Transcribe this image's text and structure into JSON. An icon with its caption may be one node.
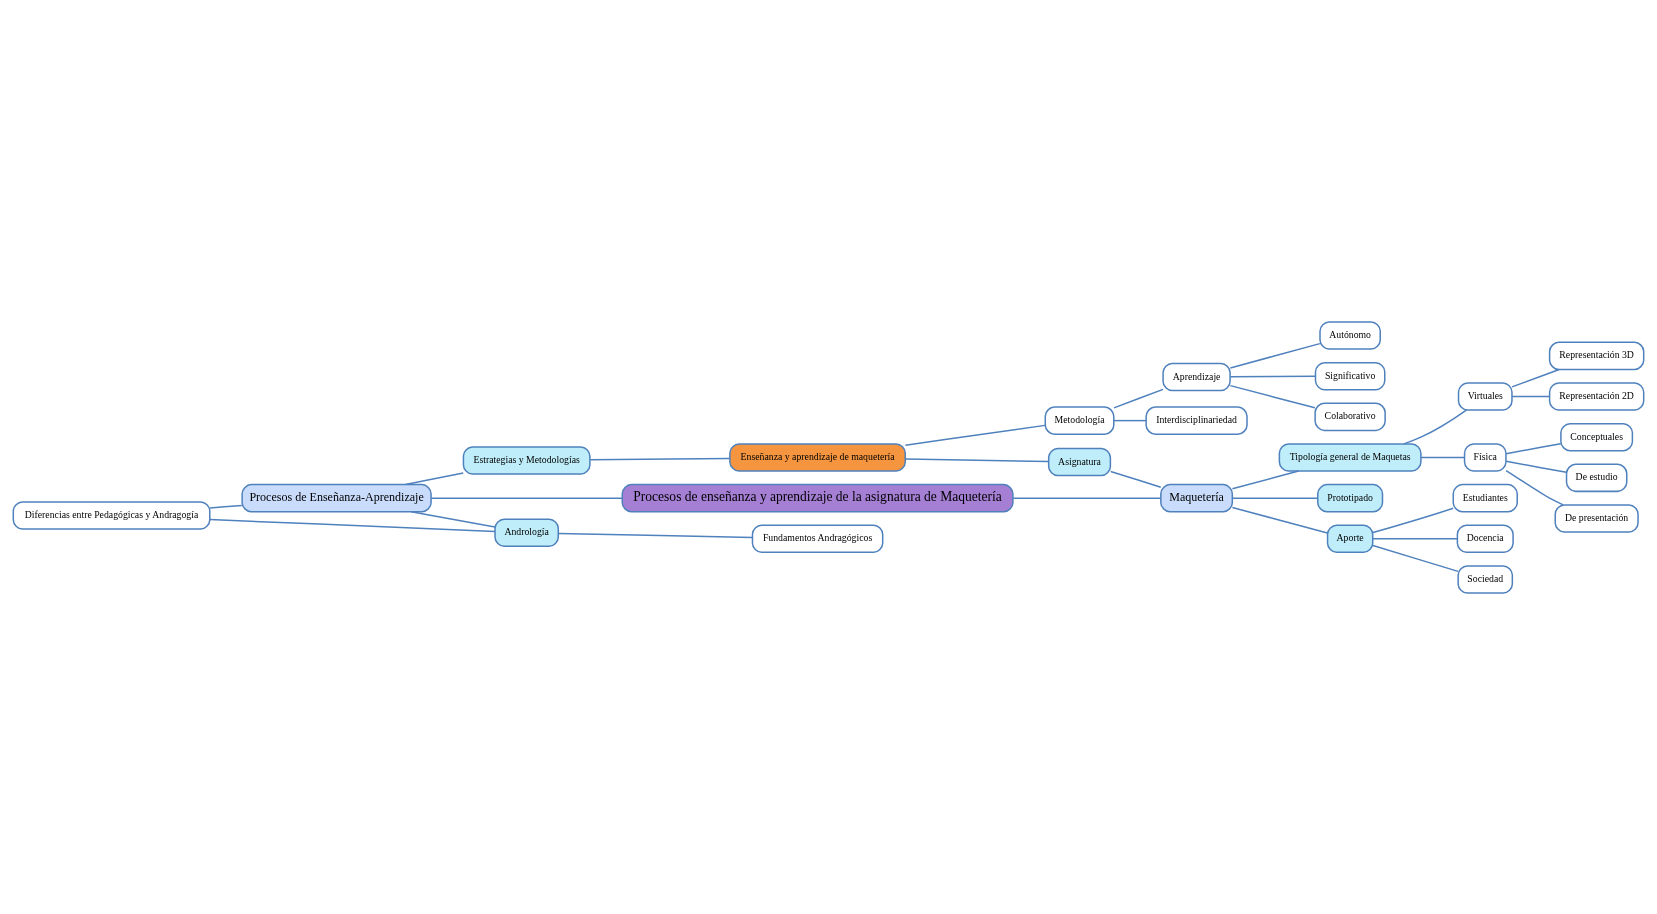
{
  "diagram": {
    "nodes": [
      {
        "text": [
          "Procesos de enseñanza y aprendizaje de la asignatura de Maquetería"
        ]
      },
      {
        "text": [
          "Procesos de Enseñanza-Aprendizaje"
        ]
      },
      {
        "text": [
          "Andrología"
        ]
      },
      {
        "text": [
          "Fundamentos Andragógicos"
        ]
      },
      {
        "text": [
          "Diferencias entre Pedagógicas y Andragogía"
        ]
      },
      {
        "text": [
          "Estrategias y Metodologías"
        ]
      },
      {
        "text": [
          "Enseñanza y aprendizaje de maquetería"
        ]
      },
      {
        "text": [
          "Metodología"
        ]
      },
      {
        "text": [
          "Interdisciplinariedad"
        ]
      },
      {
        "text": [
          "Aprendizaje"
        ]
      },
      {
        "text": [
          "Autónomo"
        ]
      },
      {
        "text": [
          "Significativo"
        ]
      },
      {
        "text": [
          "Colaborativo"
        ]
      },
      {
        "text": [
          "Maquetería"
        ]
      },
      {
        "text": [
          "Asignatura"
        ]
      },
      {
        "text": [
          "Tipología general de Maquetas"
        ]
      },
      {
        "text": [
          "Física"
        ]
      },
      {
        "text": [
          "Conceptuales"
        ]
      },
      {
        "text": [
          "De estudio"
        ]
      },
      {
        "text": [
          "De presentación"
        ]
      },
      {
        "text": [
          "Virtuales"
        ]
      },
      {
        "text": [
          "Representación 2D"
        ]
      },
      {
        "text": [
          "Representación 3D"
        ]
      },
      {
        "text": [
          "Prototipado"
        ]
      },
      {
        "text": [
          "Aporte"
        ]
      },
      {
        "text": [
          "Sociedad"
        ]
      },
      {
        "text": [
          "Estudiantes"
        ]
      },
      {
        "text": [
          "Docencia"
        ]
      }
    ],
    "edges": [
      {
        "from": 1,
        "to": 0,
        "arrow": "none"
      },
      {
        "from": 1,
        "to": 2,
        "arrow": "none"
      },
      {
        "from": 2,
        "to": 3,
        "arrow": "none"
      },
      {
        "from": 4,
        "to": 2,
        "arrow": "none"
      },
      {
        "from": 4,
        "to": 1,
        "arrow": "none"
      },
      {
        "from": 1,
        "to": 5,
        "arrow": "none"
      },
      {
        "from": 5,
        "to": 6,
        "arrow": "none"
      },
      {
        "from": 6,
        "to": 14,
        "arrow": "none"
      },
      {
        "from": 14,
        "to": 13,
        "arrow": "none"
      },
      {
        "from": 0,
        "to": 13,
        "arrow": "none"
      },
      {
        "from": 13,
        "to": 15,
        "arrow": "none"
      },
      {
        "from": 15,
        "to": 16,
        "arrow": "none"
      },
      {
        "from": 16,
        "to": 17,
        "arrow": "none"
      },
      {
        "from": 16,
        "to": 18,
        "arrow": "none"
      },
      {
        "from": 16,
        "to": 19,
        "arrow": "none"
      },
      {
        "from": 15,
        "to": 20,
        "arrow": "none"
      },
      {
        "from": 20,
        "to": 21,
        "arrow": "none"
      },
      {
        "from": 20,
        "to": 22,
        "arrow": "none"
      },
      {
        "from": 13,
        "to": 23,
        "arrow": "none"
      },
      {
        "from": 13,
        "to": 24,
        "arrow": "none"
      },
      {
        "from": 24,
        "to": 25,
        "arrow": "none"
      },
      {
        "from": 24,
        "to": 26,
        "arrow": "none"
      },
      {
        "from": 24,
        "to": 27,
        "arrow": "none"
      },
      {
        "from": 6,
        "to": 7,
        "arrow": "none"
      },
      {
        "from": 7,
        "to": 8,
        "arrow": "none"
      },
      {
        "from": 7,
        "to": 9,
        "arrow": "none"
      },
      {
        "from": 9,
        "to": 10,
        "arrow": "none"
      },
      {
        "from": 9,
        "to": 11,
        "arrow": "none"
      },
      {
        "from": 9,
        "to": 12,
        "arrow": "none"
      }
    ]
  }
}
